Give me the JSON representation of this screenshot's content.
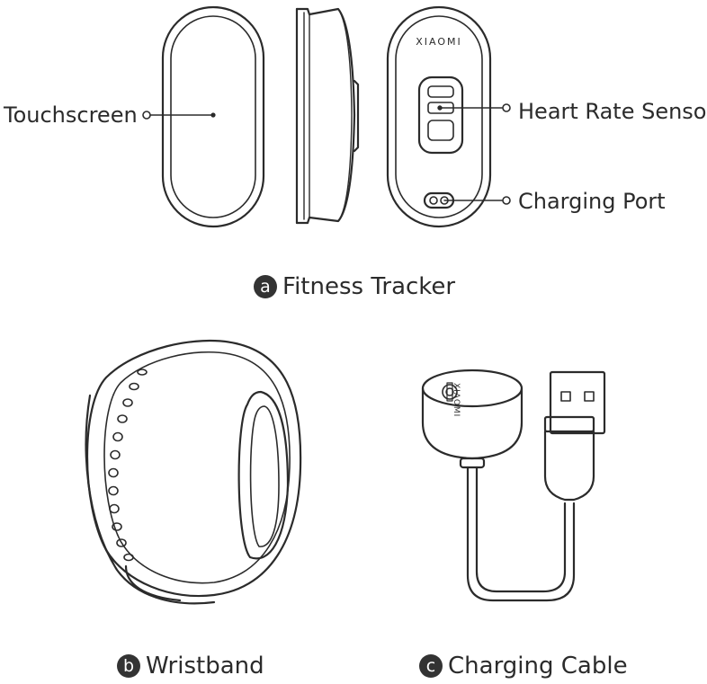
{
  "fitness_tracker": {
    "brand": "XIAOMI",
    "labels": {
      "touchscreen": "Touchscreen",
      "heart_rate_sensor": "Heart Rate Sensor",
      "charging_port": "Charging Port"
    },
    "caption": {
      "badge": "a",
      "text": "Fitness Tracker"
    }
  },
  "wristband": {
    "caption": {
      "badge": "b",
      "text": "Wristband"
    }
  },
  "charging_cable": {
    "brand": "XIAOMI",
    "caption": {
      "badge": "c",
      "text": "Charging Cable"
    }
  },
  "colors": {
    "line": "#2b2b2b",
    "background": "#ffffff"
  }
}
